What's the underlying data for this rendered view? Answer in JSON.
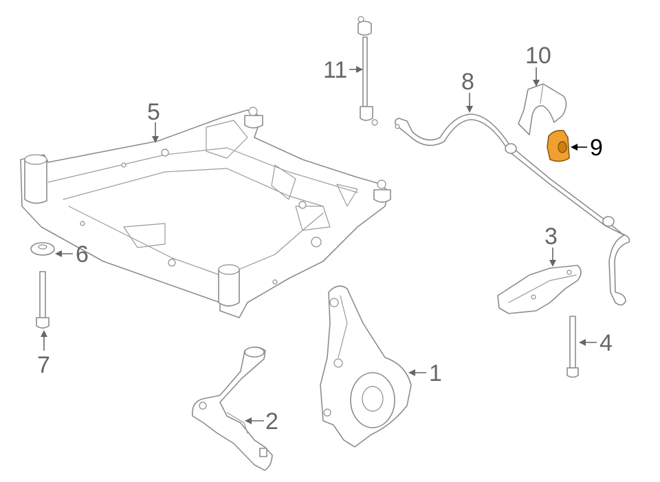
{
  "highlight_color": "#f0a030",
  "callouts": {
    "c1": {
      "label": "1"
    },
    "c2": {
      "label": "2"
    },
    "c3": {
      "label": "3"
    },
    "c4": {
      "label": "4"
    },
    "c5": {
      "label": "5"
    },
    "c6": {
      "label": "6"
    },
    "c7": {
      "label": "7"
    },
    "c8": {
      "label": "8"
    },
    "c9": {
      "label": "9",
      "highlighted": true
    },
    "c10": {
      "label": "10"
    },
    "c11": {
      "label": "11"
    }
  }
}
